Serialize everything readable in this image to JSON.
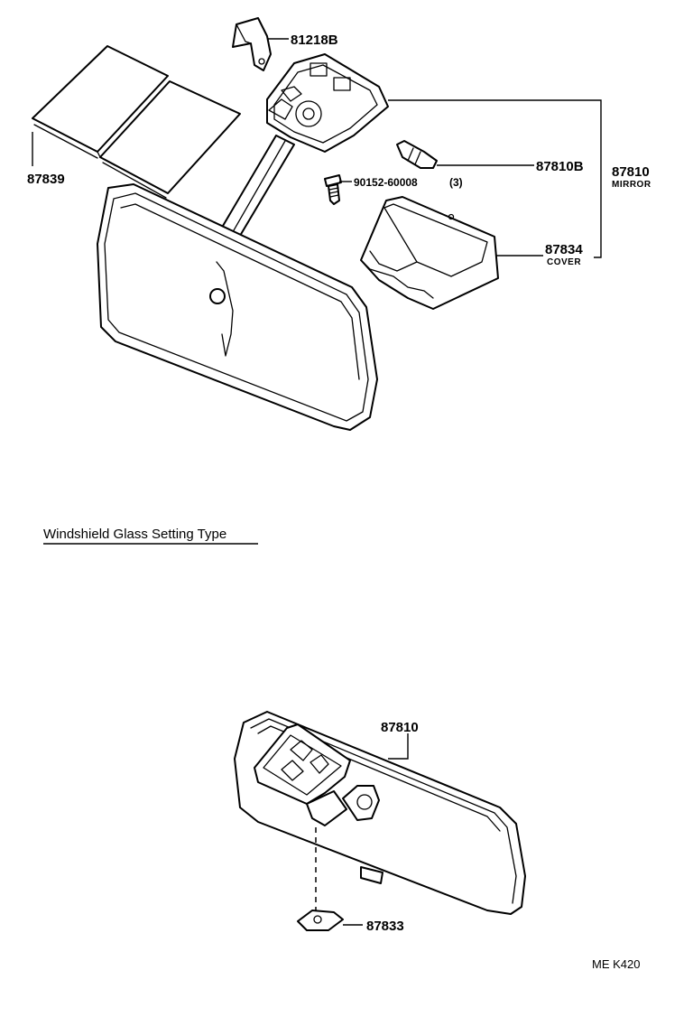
{
  "diagram": {
    "parts": {
      "p81218b": "81218B",
      "p87839": "87839",
      "p90152": "90152-60008",
      "p90152_qty": "(3)",
      "p87810b": "87810B",
      "p87810": "87810",
      "p87810_sub": "MIRROR",
      "p87834": "87834",
      "p87834_sub": "COVER",
      "p87810_lower": "87810",
      "p87833": "87833"
    },
    "section_title": "Windshield Glass Setting Type",
    "figure_code": "ME  K420"
  }
}
